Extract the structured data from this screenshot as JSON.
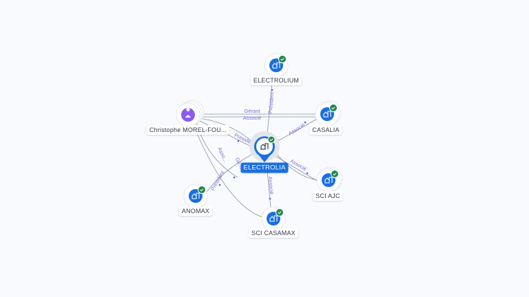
{
  "nodes": {
    "center": {
      "label": "ELECTROLIA",
      "type": "company",
      "verified": true
    },
    "electrolium": {
      "label": "ELECTROLIUM",
      "type": "company",
      "verified": true
    },
    "casalia": {
      "label": "CASALIA",
      "type": "company",
      "verified": true
    },
    "person": {
      "label": "Christophe MOREL-FOU...",
      "type": "person",
      "verified": false
    },
    "sci_ajc": {
      "label": "SCI AJC",
      "type": "company",
      "verified": true
    },
    "anomax": {
      "label": "ANOMAX",
      "type": "company",
      "verified": true
    },
    "sci_casamax": {
      "label": "SCI CASAMAX",
      "type": "company",
      "verified": true
    }
  },
  "edges": {
    "center_electrolium": "Président",
    "person_casalia_1": "Gérant",
    "person_casalia_2": "Associé",
    "center_casalia": "Associé",
    "center_sci_ajc": "Associé",
    "center_sci_casamax": "Associé",
    "person_center": "Président",
    "center_anomax": "Président",
    "person_anomax_1": "Gé...",
    "person_anomax_2": "Asso..."
  },
  "colors": {
    "company": "#1a6fe0",
    "person": "#8a5cf0",
    "verified": "#1f8a4c",
    "edge": "#7d8597",
    "edge_label": "#7a6fe0"
  }
}
